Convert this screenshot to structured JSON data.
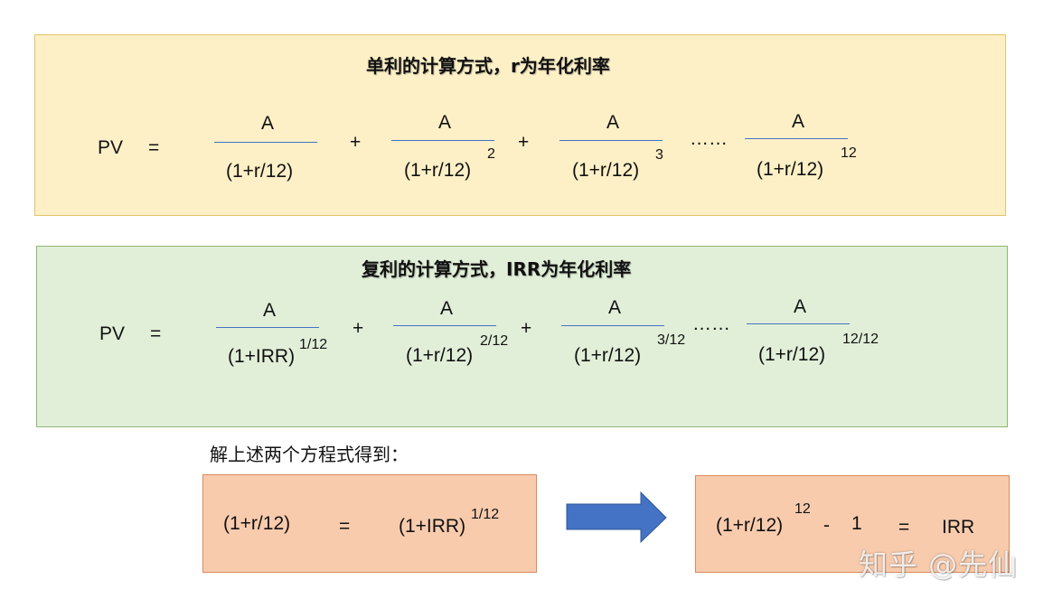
{
  "simple": {
    "title": "单利的计算方式，r为年化利率",
    "pv": "PV",
    "eq": "=",
    "plus": "+",
    "ellipsis": "……",
    "terms": [
      {
        "num": "A",
        "den": "(1+r/12)",
        "exp": ""
      },
      {
        "num": "A",
        "den": "(1+r/12)",
        "exp": "2"
      },
      {
        "num": "A",
        "den": "(1+r/12)",
        "exp": "3"
      },
      {
        "num": "A",
        "den": "(1+r/12)",
        "exp": "12"
      }
    ]
  },
  "compound": {
    "title": "复利的计算方式，IRR为年化利率",
    "pv": "PV",
    "eq": "=",
    "plus": "+",
    "ellipsis": "……",
    "terms": [
      {
        "num": "A",
        "den": "(1+IRR)",
        "exp": "1/12"
      },
      {
        "num": "A",
        "den": "(1+r/12)",
        "exp": "2/12"
      },
      {
        "num": "A",
        "den": "(1+r/12)",
        "exp": "3/12"
      },
      {
        "num": "A",
        "den": "(1+r/12)",
        "exp": "12/12"
      }
    ]
  },
  "solve_caption": "解上述两个方程式得到：",
  "result_left": {
    "lhs": "(1+r/12)",
    "eq": "=",
    "rhs": "(1+IRR)",
    "rhs_exp": "1/12"
  },
  "result_right": {
    "lhs": "(1+r/12)",
    "lhs_exp": "12",
    "minus": "-",
    "one": "1",
    "eq": "=",
    "rhs": "IRR"
  },
  "colors": {
    "simple_bg": "#fdf0c7",
    "compound_bg": "#e1efd8",
    "result_bg": "#f8cbad",
    "arrow": "#4472c4",
    "fraction_bar": "#4472c4"
  },
  "icons": [
    "right-arrow-icon"
  ],
  "watermark": "知乎 @先仙"
}
